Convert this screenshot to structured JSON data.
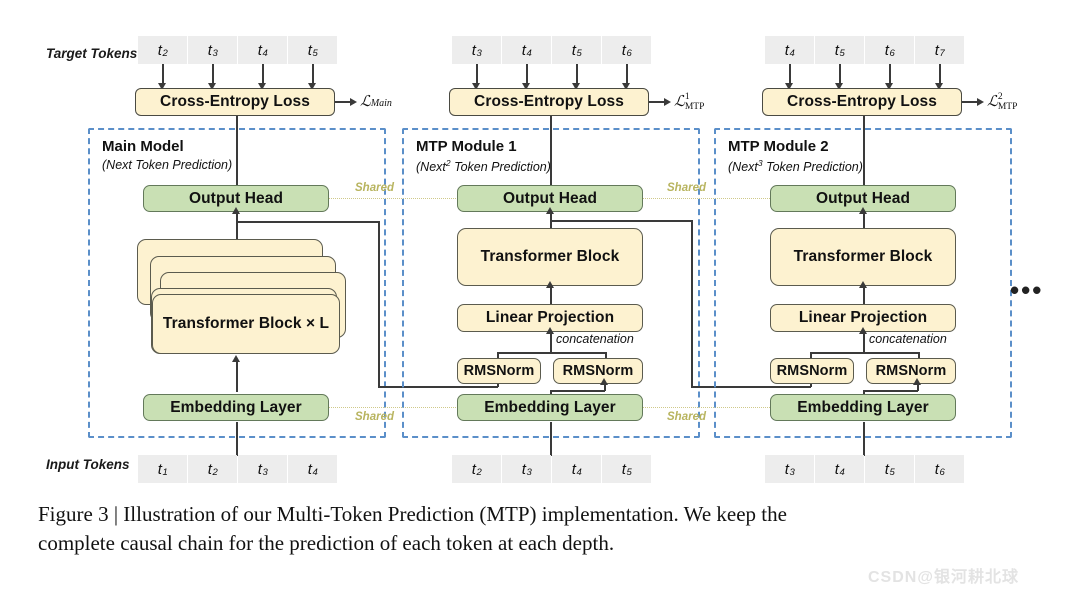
{
  "figure": {
    "caption_line1": "Figure 3 | Illustration of our Multi-Token Prediction (MTP) implementation.  We keep the",
    "caption_line2": "complete causal chain for the prediction of each token at each depth.",
    "ellipsis": "•••",
    "watermark": "CSDN@银河耕北球"
  },
  "rows": {
    "target_tokens_label": "Target Tokens",
    "input_tokens_label": "Input Tokens"
  },
  "labels": {
    "cross_entropy_loss": "Cross-Entropy Loss",
    "output_head": "Output Head",
    "transformer_block": "Transformer Block",
    "transformer_block_xL": "Transformer Block × L",
    "linear_projection": "Linear Projection",
    "rmsnorm": "RMSNorm",
    "embedding_layer": "Embedding Layer",
    "concatenation": "concatenation",
    "shared": "Shared"
  },
  "columns": [
    {
      "id": "main",
      "title": "Main Model",
      "subtitle_pre": "(Next",
      "subtitle_sup": "",
      "subtitle_post": " Token Prediction)",
      "loss_symbol_main": "ℒ",
      "loss_sub": "Main",
      "loss_sup": "",
      "target_tokens": [
        "t2",
        "t3",
        "t4",
        "t5"
      ],
      "target_tokens_base": [
        "t",
        "t",
        "t",
        "t"
      ],
      "target_tokens_idx": [
        "2",
        "3",
        "4",
        "5"
      ],
      "input_tokens_base": [
        "t",
        "t",
        "t",
        "t"
      ],
      "input_tokens_idx": [
        "1",
        "2",
        "3",
        "4"
      ]
    },
    {
      "id": "mtp1",
      "title": "MTP Module 1",
      "subtitle_pre": "(Next",
      "subtitle_sup": "2",
      "subtitle_post": " Token Prediction)",
      "loss_symbol_main": "ℒ",
      "loss_sub": "MTP",
      "loss_sup": "1",
      "target_tokens_base": [
        "t",
        "t",
        "t",
        "t"
      ],
      "target_tokens_idx": [
        "3",
        "4",
        "5",
        "6"
      ],
      "input_tokens_base": [
        "t",
        "t",
        "t",
        "t"
      ],
      "input_tokens_idx": [
        "2",
        "3",
        "4",
        "5"
      ]
    },
    {
      "id": "mtp2",
      "title": "MTP Module 2",
      "subtitle_pre": "(Next",
      "subtitle_sup": "3",
      "subtitle_post": " Token Prediction)",
      "loss_symbol_main": "ℒ",
      "loss_sub": "MTP",
      "loss_sup": "2",
      "target_tokens_base": [
        "t",
        "t",
        "t",
        "t"
      ],
      "target_tokens_idx": [
        "4",
        "5",
        "6",
        "7"
      ],
      "input_tokens_base": [
        "t",
        "t",
        "t",
        "t"
      ],
      "input_tokens_idx": [
        "3",
        "4",
        "5",
        "6"
      ]
    }
  ],
  "colors": {
    "frame_border": "#5b8fc9",
    "yellow_fill": "#fdf2d0",
    "green_fill": "#c9e0b4",
    "token_fill": "#ededed",
    "shared_label": "#b8b45f",
    "line": "#3a3a3a"
  }
}
